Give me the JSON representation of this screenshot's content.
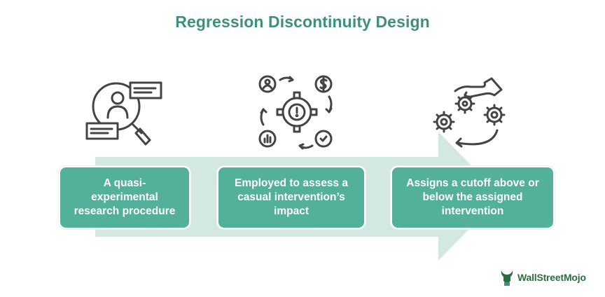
{
  "title": "Regression Discontinuity Design",
  "steps": [
    {
      "text": "A quasi-experimental research procedure",
      "icon": "person-search-icon"
    },
    {
      "text": "Employed to assess a casual intervention’s impact",
      "icon": "gear-cycle-icon"
    },
    {
      "text": "Assigns a cutoff above or below the assigned intervention",
      "icon": "hand-gears-icon"
    }
  ],
  "brand": {
    "name": "WallStreetMojo",
    "color": "#2b6e42"
  },
  "colors": {
    "accent": "#52b09b",
    "arrow": "#d4e8e2",
    "title": "#3f8f80",
    "icon": "#444444"
  }
}
